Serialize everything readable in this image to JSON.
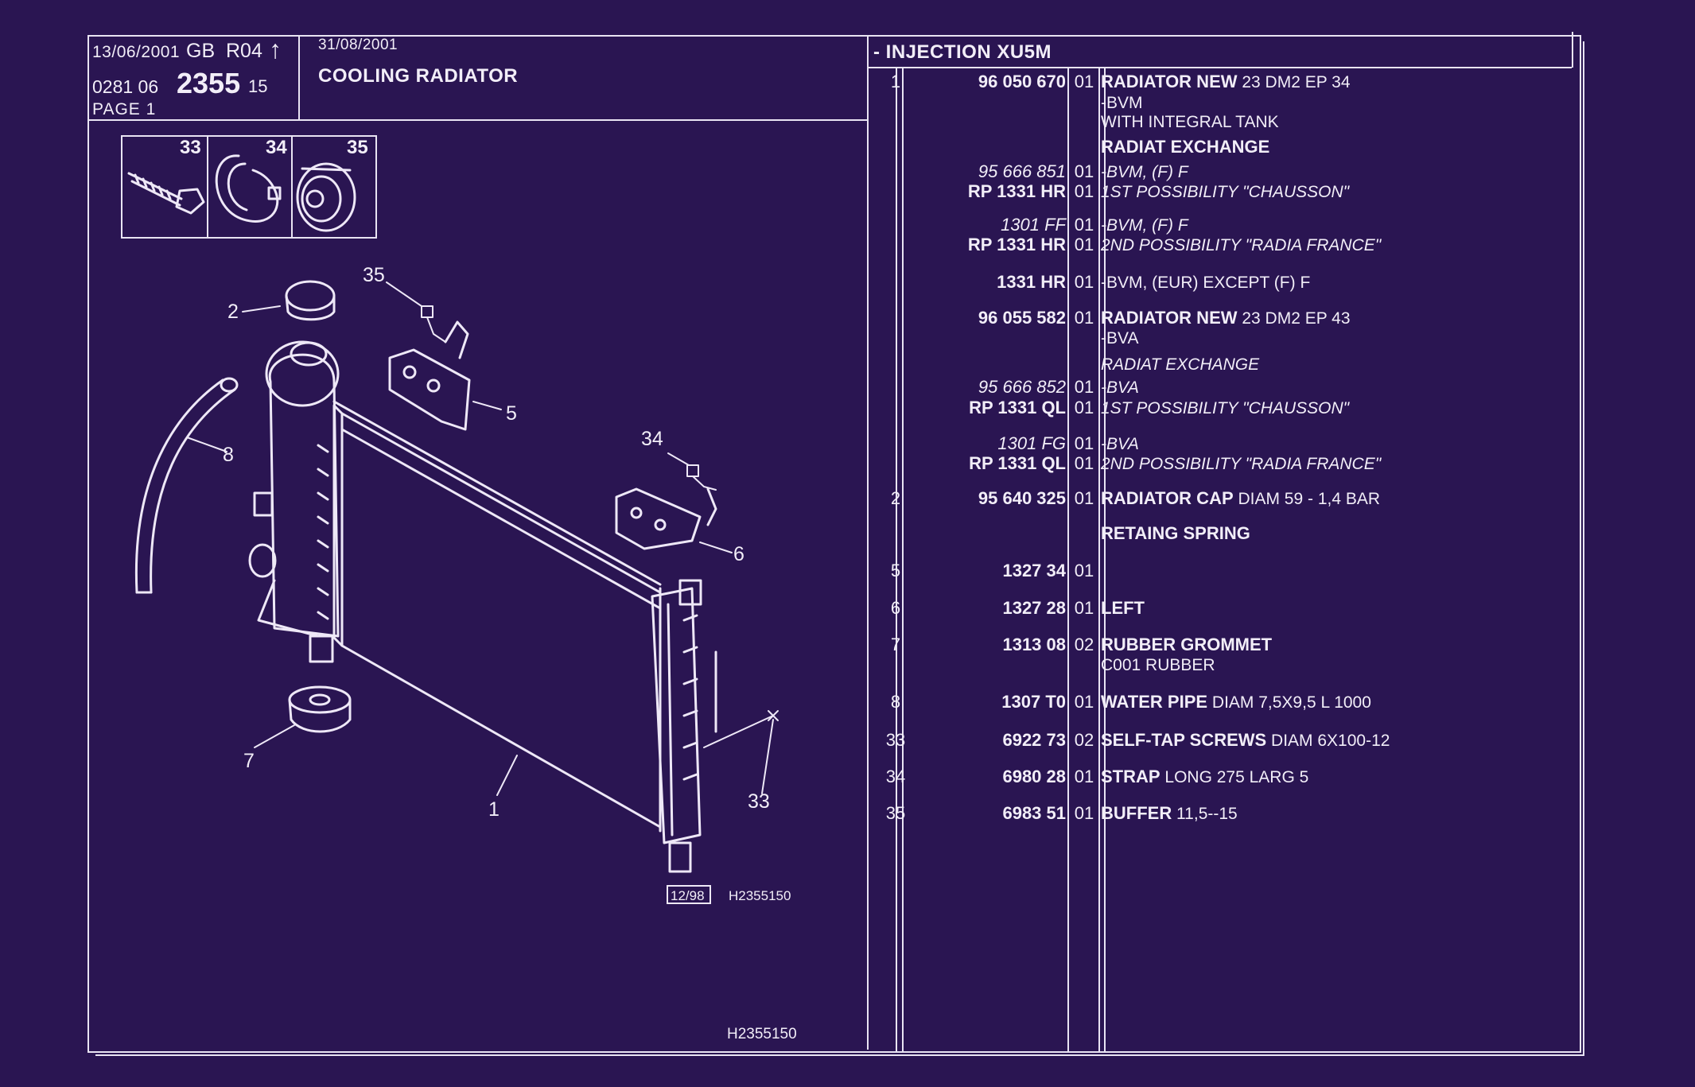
{
  "header": {
    "date": "13/06/2001",
    "market": "GB",
    "revision": "R04",
    "arrow": "↑",
    "date2": "31/08/2001",
    "title": "COOLING RADIATOR",
    "code_prefix": "0281 06",
    "code_main": "2355",
    "code_suffix": "15",
    "page": "PAGE 1",
    "section": "- INJECTION XU5M"
  },
  "thumbnails": [
    {
      "number": "33",
      "icon": "screw-icon"
    },
    {
      "number": "34",
      "icon": "strap-icon"
    },
    {
      "number": "35",
      "icon": "buffer-icon"
    }
  ],
  "diagram": {
    "callouts": [
      "35",
      "2",
      "5",
      "8",
      "34",
      "6",
      "7",
      "1",
      "33"
    ],
    "date_stamp": "12/98",
    "ref": "H2355150",
    "footer_ref": "H2355150"
  },
  "parts": [
    {
      "item": "1",
      "ref": "96 050 670",
      "ref_italic": false,
      "qty": "01",
      "desc_bold": "RADIATOR NEW",
      "desc": " 23 DM2 EP 34",
      "desc_italic": false
    },
    {
      "item": "",
      "ref": "",
      "ref_italic": false,
      "qty": "",
      "desc_bold": "",
      "desc": "-BVM",
      "desc_italic": false
    },
    {
      "item": "",
      "ref": "",
      "ref_italic": false,
      "qty": "",
      "desc_bold": "",
      "desc": "WITH INTEGRAL TANK",
      "desc_italic": false
    },
    {
      "item": "",
      "ref": "",
      "ref_italic": false,
      "qty": "",
      "desc_bold": "RADIAT EXCHANGE",
      "desc": "",
      "desc_italic": false
    },
    {
      "item": "",
      "ref": "95 666 851",
      "ref_italic": true,
      "qty": "01",
      "desc_bold": "",
      "desc": "-BVM, (F) F",
      "desc_italic": true
    },
    {
      "item": "",
      "ref": "RP 1331 HR",
      "ref_italic": false,
      "qty": "01",
      "desc_bold": "",
      "desc": "1ST POSSIBILITY \"CHAUSSON\"",
      "desc_italic": true
    },
    {
      "item": "",
      "ref": "1301 FF",
      "ref_italic": true,
      "qty": "01",
      "desc_bold": "",
      "desc": "-BVM, (F) F",
      "desc_italic": true
    },
    {
      "item": "",
      "ref": "RP 1331 HR",
      "ref_italic": false,
      "qty": "01",
      "desc_bold": "",
      "desc": "2ND POSSIBILITY \"RADIA FRANCE\"",
      "desc_italic": true
    },
    {
      "item": "",
      "ref": "1331 HR",
      "ref_italic": false,
      "qty": "01",
      "desc_bold": "",
      "desc": "-BVM, (EUR) EXCEPT  (F) F",
      "desc_italic": false
    },
    {
      "item": "",
      "ref": "96 055 582",
      "ref_italic": false,
      "qty": "01",
      "desc_bold": "RADIATOR NEW",
      "desc": " 23 DM2 EP 43",
      "desc_italic": false
    },
    {
      "item": "",
      "ref": "",
      "ref_italic": false,
      "qty": "",
      "desc_bold": "",
      "desc": "-BVA",
      "desc_italic": false
    },
    {
      "item": "",
      "ref": "",
      "ref_italic": false,
      "qty": "",
      "desc_bold": "",
      "desc": "RADIAT EXCHANGE",
      "desc_italic": true
    },
    {
      "item": "",
      "ref": "95 666 852",
      "ref_italic": true,
      "qty": "01",
      "desc_bold": "",
      "desc": "-BVA",
      "desc_italic": true
    },
    {
      "item": "",
      "ref": "RP 1331 QL",
      "ref_italic": false,
      "qty": "01",
      "desc_bold": "",
      "desc": "1ST POSSIBILITY \"CHAUSSON\"",
      "desc_italic": true
    },
    {
      "item": "",
      "ref": "1301 FG",
      "ref_italic": true,
      "qty": "01",
      "desc_bold": "",
      "desc": "-BVA",
      "desc_italic": true
    },
    {
      "item": "",
      "ref": "RP 1331 QL",
      "ref_italic": false,
      "qty": "01",
      "desc_bold": "",
      "desc": "2ND POSSIBILITY \"RADIA FRANCE\"",
      "desc_italic": true
    },
    {
      "item": "2",
      "ref": "95 640 325",
      "ref_italic": false,
      "qty": "01",
      "desc_bold": "RADIATOR CAP",
      "desc": " DIAM 59 - 1,4 BAR",
      "desc_italic": false
    },
    {
      "item": "",
      "ref": "",
      "ref_italic": false,
      "qty": "",
      "desc_bold": "RETAING SPRING",
      "desc": "",
      "desc_italic": false
    },
    {
      "item": "5",
      "ref": "1327 34",
      "ref_italic": false,
      "qty": "01",
      "desc_bold": "",
      "desc": "",
      "desc_italic": false
    },
    {
      "item": "6",
      "ref": "1327 28",
      "ref_italic": false,
      "qty": "01",
      "desc_bold": "LEFT",
      "desc": "",
      "desc_italic": false
    },
    {
      "item": "7",
      "ref": "1313 08",
      "ref_italic": false,
      "qty": "02",
      "desc_bold": "RUBBER GROMMET",
      "desc": "",
      "desc_italic": false
    },
    {
      "item": "",
      "ref": "",
      "ref_italic": false,
      "qty": "",
      "desc_bold": "",
      "desc": "C001 RUBBER",
      "desc_italic": false
    },
    {
      "item": "8",
      "ref": "1307 T0",
      "ref_italic": false,
      "qty": "01",
      "desc_bold": "WATER PIPE",
      "desc": " DIAM 7,5X9,5  L 1000",
      "desc_italic": false
    },
    {
      "item": "33",
      "ref": "6922 73",
      "ref_italic": false,
      "qty": "02",
      "desc_bold": "SELF-TAP SCREWS",
      "desc": " DIAM 6X100-12",
      "desc_italic": false
    },
    {
      "item": "34",
      "ref": "6980 28",
      "ref_italic": false,
      "qty": "01",
      "desc_bold": "STRAP",
      "desc": " LONG 275  LARG 5",
      "desc_italic": false
    },
    {
      "item": "35",
      "ref": "6983 51",
      "ref_italic": false,
      "qty": "01",
      "desc_bold": "BUFFER",
      "desc": " 11,5--15",
      "desc_italic": false
    }
  ]
}
